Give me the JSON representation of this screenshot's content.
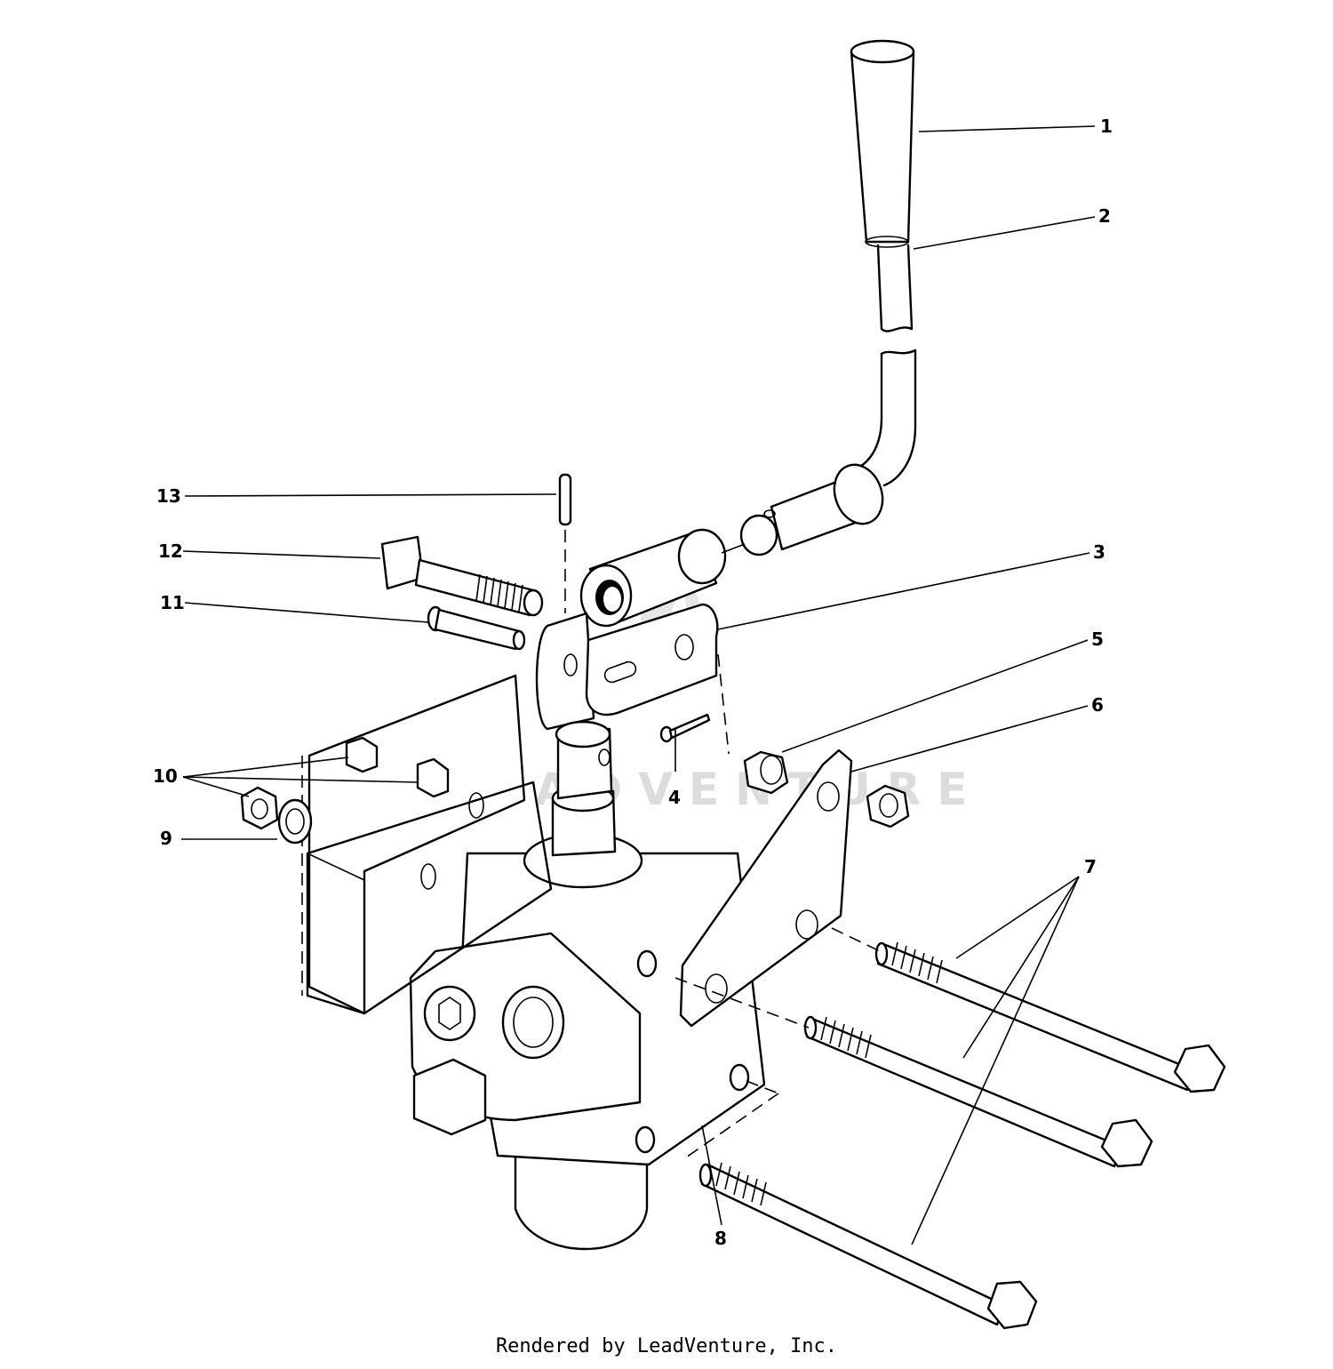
{
  "diagram": {
    "callouts": [
      "1",
      "2",
      "3",
      "4",
      "5",
      "6",
      "7",
      "8",
      "9",
      "10",
      "11",
      "12",
      "13"
    ],
    "watermark": "LEADVENTURE",
    "footer": "Rendered by LeadVenture, Inc."
  }
}
